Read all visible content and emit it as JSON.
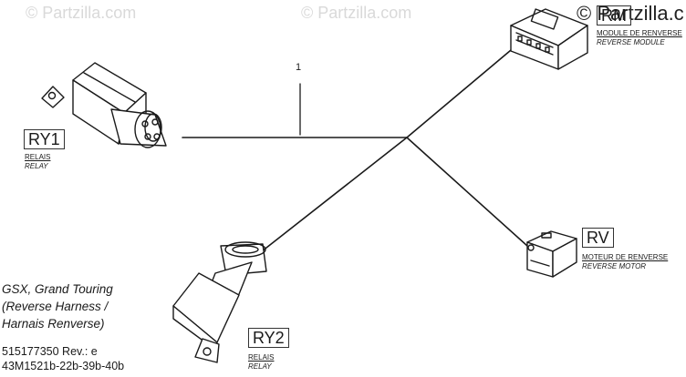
{
  "watermarks": [
    "© Partzilla.com",
    "© Partzilla.com",
    "© Partzilla.c"
  ],
  "callout_number": "1",
  "components": {
    "RY1": {
      "code": "RY1",
      "fr": "RELAIS",
      "en": "RELAY"
    },
    "RY2": {
      "code": "RY2",
      "fr": "RELAIS",
      "en": "RELAY"
    },
    "RM": {
      "code": "RM",
      "fr": "MODULE DE RENVERSE",
      "en": "REVERSE MODULE"
    },
    "RV": {
      "code": "RV",
      "fr": "MOTEUR DE RENVERSE",
      "en": "REVERSE MOTOR"
    }
  },
  "caption": [
    "GSX, Grand Touring",
    "(Reverse Harness /",
    "Harnais Renverse)"
  ],
  "part_number": [
    "515177350 Rev.: e",
    "43M1521b-22b-39b-40b"
  ]
}
